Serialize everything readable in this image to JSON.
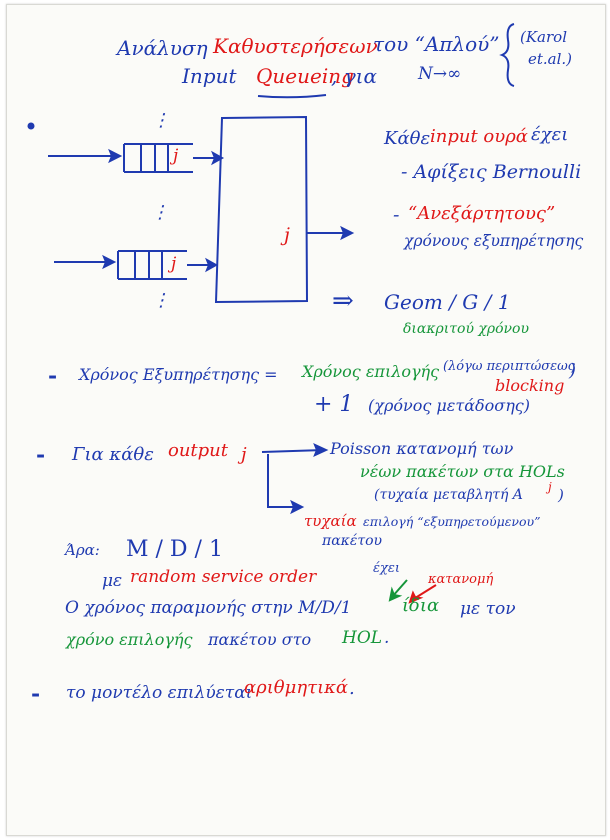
{
  "title": {
    "line1_a": "Ανάλυση",
    "line1_b": "Καθυστερήσεων",
    "line1_c": "του “Απλού”",
    "line2_a": "Input",
    "line2_b": "Queueing",
    "line2_c": ", για",
    "line2_d": "N→∞",
    "ref_line1": "(Karol",
    "ref_line2": "et.al.)"
  },
  "diagram": {
    "queue_label_top": "j",
    "queue_label_bottom": "j",
    "switch_output_label": "j",
    "dots": "⋮"
  },
  "right_notes": {
    "line1_a": "Κάθε",
    "line1_b": "input ουρά",
    "line1_c": "έχει",
    "line2": "- Αφίξεις Bernoulli",
    "line3_dash": "-",
    "line3": "“Ανεξάρτητους”",
    "line4": "χρόνους εξυπηρέτησης",
    "arrow": "⇒",
    "model": "Geom / G / 1",
    "model_sub": "διακριτού χρόνου"
  },
  "service": {
    "dash": "-",
    "label": "Χρόνος Εξυπηρέτησης =",
    "part1": "Χρόνος επιλογής",
    "part2": "(λόγω περιπτώσεως",
    "part3": "blocking",
    "part4": ")",
    "plus": "+ 1",
    "part5": "(χρόνος μετάδοσης)"
  },
  "output": {
    "dash": "-",
    "label_a": "Για κάθε",
    "label_b": "output",
    "label_c": "j",
    "branch1_line1": "Poisson κατανομή των",
    "branch1_line2": "νέων πακέτων στα HOLs",
    "branch1_line3": "(τυχαία μεταβλητή A",
    "branch1_sup": "j",
    "branch1_close": ")",
    "branch2_a": "τυχαία",
    "branch2_b": "επιλογή “εξυπηρετούμενου”",
    "branch2_line2": "πακέτου"
  },
  "conclusion": {
    "ara": "Άρα:",
    "model": "M / D / 1",
    "with": "με",
    "order": "random service order",
    "echei": "έχει",
    "line2_a": "Ο χρόνος παραμονής στην M/D/1",
    "line2_b": "ίδια",
    "line2_c": "κατανομή",
    "line2_d": "με τον",
    "line3_a": "χρόνο επιλογής",
    "line3_b": "πακέτου στο",
    "line3_c": "HOL",
    "line3_d": "."
  },
  "final": {
    "dash": "-",
    "text_a": "το μοντέλο επιλύεται",
    "text_b": "αριθμητικά",
    "text_c": "."
  },
  "colors": {
    "ink_blue": "#1f3ab0",
    "ink_red": "#e01818",
    "ink_green": "#16963a"
  }
}
